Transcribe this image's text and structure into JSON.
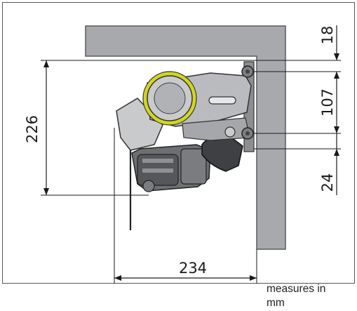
{
  "dimensions": {
    "top_offset": "18",
    "mount_spacing": "107",
    "bottom_offset": "24",
    "total_height": "226",
    "total_width": "234"
  },
  "note": {
    "line1": "measures in",
    "line2": "mm"
  },
  "colors": {
    "wall": "#a7a9ac",
    "wall_stroke": "#5a5a5a",
    "body_light": "#c8cacc",
    "body_dark": "#6e6f72",
    "accent_ring": "#d4d61e",
    "dimension": "#1a1a1a"
  }
}
